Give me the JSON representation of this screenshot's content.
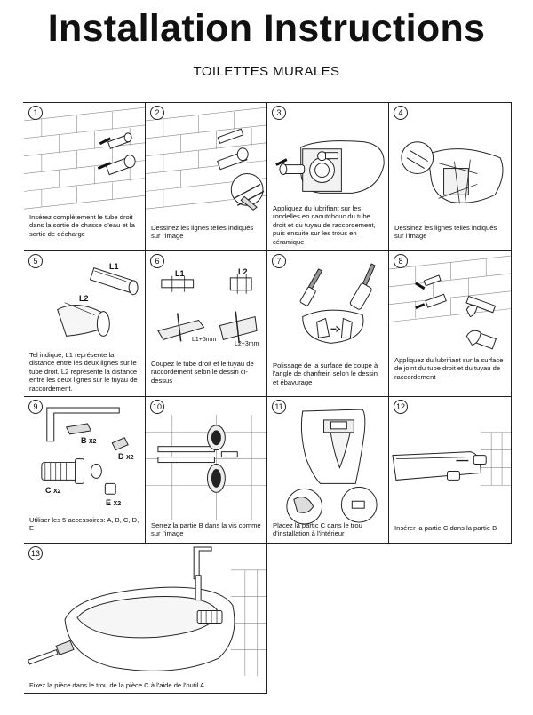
{
  "title": "Installation Instructions",
  "subtitle": "TOILETTES MURALES",
  "steps": [
    {
      "num": "1",
      "caption": "Insérez complètement le tube droit dans la sortie de chasse d'eau et la sortie de décharge"
    },
    {
      "num": "2",
      "caption": "Dessinez les lignes telles indiqués sur l'image"
    },
    {
      "num": "3",
      "caption": "Appliquez du lubrifiant sur les rondelles en caoutchouc du tube droit et du tuyau de raccordement, puis ensuite sur les trous en céramique"
    },
    {
      "num": "4",
      "caption": "Dessinez les lignes telles indiqués sur l'image"
    },
    {
      "num": "5",
      "caption": "Tel indiqué, L1 représente la distance entre les deux lignes sur le tube droit. L2 représente la distance entre les deux lignes sur le tuyau de raccordement.",
      "labels": {
        "l1": "L1",
        "l2": "L2"
      }
    },
    {
      "num": "6",
      "caption": "Coupez le tube droit et le tuyau de raccordement selon le dessin ci-dessus",
      "labels": {
        "l1": "L1",
        "l2": "L2",
        "l1mm": "L1+5mm",
        "l2mm": "L2+3mm"
      }
    },
    {
      "num": "7",
      "caption": "Polissage de la surface de coupe à l'angle de chanfrein selon le dessin et ébavurage"
    },
    {
      "num": "8",
      "caption": "Appliquez du lubrifiant sur la surface de joint du tube droit et du tuyau de raccordement"
    },
    {
      "num": "9",
      "caption": "Utiliser les 5 accessoires: A, B, C, D, E",
      "parts": {
        "b": "B",
        "c": "C",
        "d": "D",
        "e": "E",
        "qty": "X2"
      }
    },
    {
      "num": "10",
      "caption": "Serrez la partie B dans la vis comme sur l'image"
    },
    {
      "num": "11",
      "caption": "Placez la partic C dans le trou d'installation à l'intérieur"
    },
    {
      "num": "12",
      "caption": "Insérer la partie C dans la partie B"
    },
    {
      "num": "13",
      "caption": "Fixez la pièce dans le trou de la pièce C à l'aide de l'outil A"
    }
  ]
}
